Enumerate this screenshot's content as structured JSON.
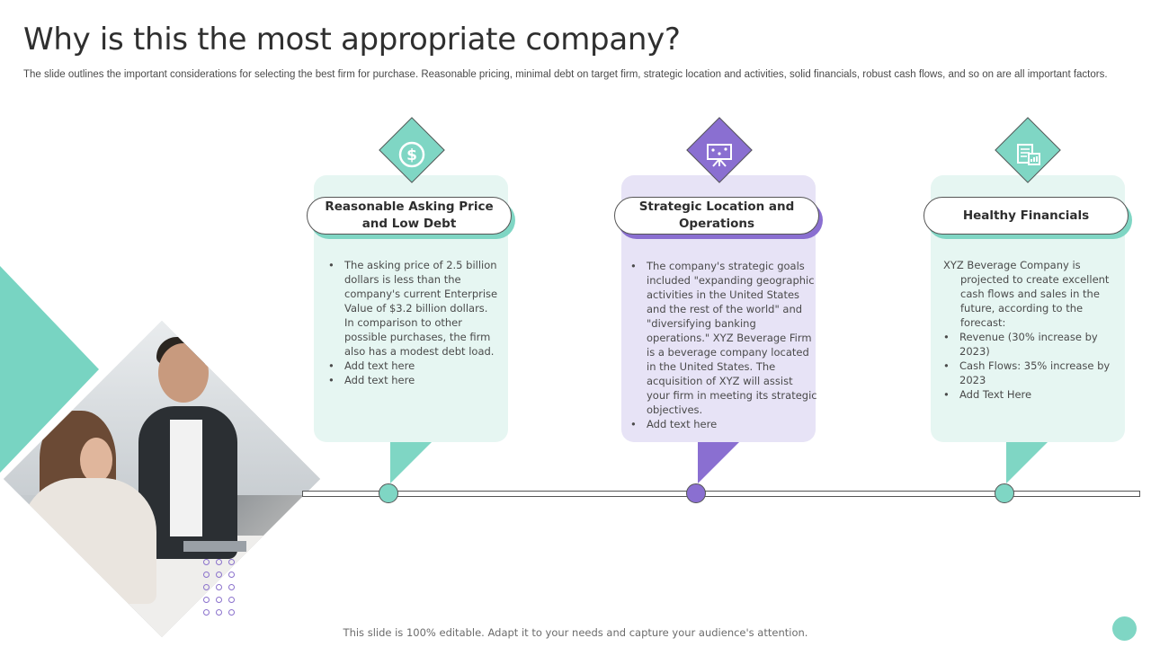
{
  "slide": {
    "title": "Why is this the most appropriate company?",
    "subtitle": "The slide outlines the important considerations for selecting the best firm for purchase. Reasonable pricing, minimal debt on target firm, strategic location and activities, solid financials, robust cash flows, and so on are all important factors.",
    "footer": "This slide is 100% editable.  Adapt it to your needs and capture your audience's  attention."
  },
  "colors": {
    "teal": "#7fd6c4",
    "purple": "#8a6fd1",
    "teal_card": "#e6f6f2",
    "purple_card": "#e7e3f6"
  },
  "cards": [
    {
      "icon": "dollar-coin-icon",
      "heading": "Reasonable Asking Price and Low Debt",
      "bullets": [
        "The asking price of 2.5 billion dollars is less than the company's current Enterprise Value of $3.2 billion dollars. In comparison to other possible purchases, the firm also has a modest debt load.",
        "Add text here",
        "Add text here"
      ]
    },
    {
      "icon": "strategy-board-icon",
      "heading": "Strategic Location and Operations",
      "bullets": [
        "The company's strategic goals included \"expanding geographic activities in the United States and the rest of the world\" and \"diversifying banking operations.\" XYZ Beverage Firm is a beverage company located in the United States. The acquisition  of XYZ will assist your firm in meeting its strategic objectives.",
        "Add text here"
      ]
    },
    {
      "icon": "financial-report-icon",
      "heading": "Healthy Financials",
      "intro": "XYZ Beverage Company is projected to create excellent cash flows and sales in the future, according to the forecast:",
      "bullets": [
        "Revenue  (30% increase by 2023)",
        "Cash Flows: 35% increase by 2023",
        "Add Text Here"
      ]
    }
  ]
}
